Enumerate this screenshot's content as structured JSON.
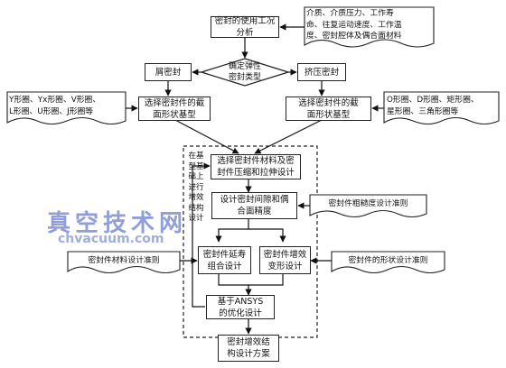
{
  "nodes": {
    "usage_analysis": "密封的使用工况分析",
    "usage_note": "介质、介质压力、工作寿\n命、往复运动速度、工作温\n度、密封腔体及偶合面材料",
    "decision": "确定弹性\n密封类型",
    "squeeze_seal_left": "屑密封",
    "squeeze_seal_right": "挤压密封",
    "section_left": "选择密封件的截\n面形状基型",
    "section_right": "选择密封件的截\n面形状基型",
    "left_shapes_note": "Y形圈、Yx形圈、V形圈、\nL形圈、U形圈、J形圈等",
    "right_shapes_note": "O形圈、D形圈、矩形圈、\n星形圈、三角形圈等",
    "dashed_side_label": "在基\n型基\n础上\n进行\n增效\n结构\n设计",
    "material_design": "选择密封件材料及密\n封件压缩和拉伸设计",
    "gap_design": "设计密封间隙和偶\n合面精度",
    "roughness_note": "密封件粗糙度设计准则",
    "life_design": "密封件延寿\n组合设计",
    "deformation_design": "密封件增效\n变形设计",
    "material_criteria_note": "密封件材料设计准则",
    "shape_criteria_note": "密封件的形状设计准则",
    "ansys_opt": "基于ANSYS\n的优化设计",
    "final_plan": "密封增效结\n构设计方案"
  },
  "watermark": {
    "title": "真空技术网",
    "url": "chvacuum.com"
  }
}
